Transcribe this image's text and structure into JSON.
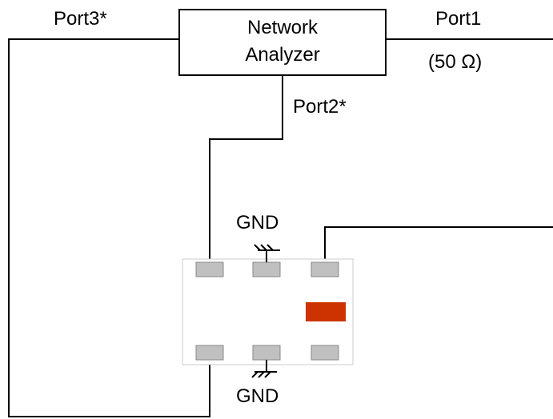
{
  "analyzer": {
    "line1": "Network",
    "line2": "Analyzer"
  },
  "ports": {
    "port1": "Port1",
    "port1_impedance": "(50 Ω)",
    "port2": "Port2*",
    "port3": "Port3*"
  },
  "ground": {
    "top_label": "GND",
    "bottom_label": "GND"
  },
  "colors": {
    "line": "#000000",
    "pad_fill": "#c0c0c0",
    "pad_stroke": "#888888",
    "chip_body_stroke": "#cccccc",
    "marker": "#cc3300"
  }
}
